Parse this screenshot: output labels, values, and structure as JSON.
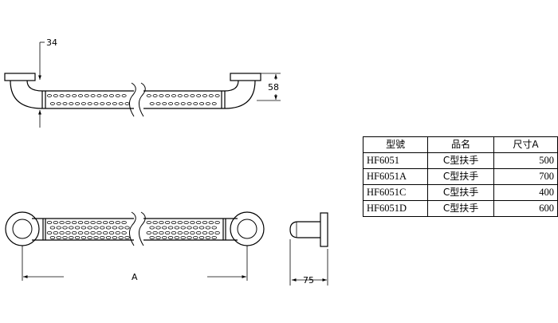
{
  "dimensions": {
    "flange_depth": "34",
    "flange_height": "58",
    "length": "A",
    "projection": "75"
  },
  "table": {
    "headers": [
      "型號",
      "品名",
      "尺寸A"
    ],
    "rows": [
      {
        "model": "HF6051",
        "name": "C型扶手",
        "size": "500"
      },
      {
        "model": "HF6051A",
        "name": "C型扶手",
        "size": "700"
      },
      {
        "model": "HF6051C",
        "name": "C型扶手",
        "size": "400"
      },
      {
        "model": "HF6051D",
        "name": "C型扶手",
        "size": "600"
      }
    ]
  }
}
